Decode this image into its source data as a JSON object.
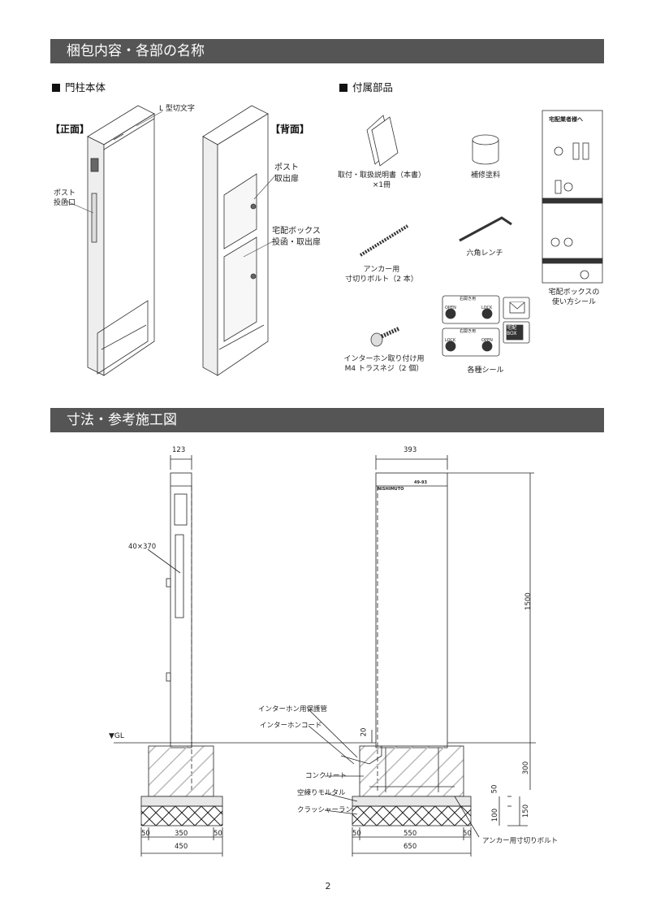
{
  "sections": {
    "s1": "梱包内容・各部の名称",
    "s2": "寸法・参考施工図"
  },
  "sub": {
    "main": "門柱本体",
    "parts": "付属部品"
  },
  "front": {
    "label": "【正面】",
    "l_letters": "L 型切文字",
    "post_in": [
      "ポスト",
      "投函口"
    ]
  },
  "back": {
    "label": "【背面】",
    "post_out": [
      "ポスト",
      "取出扉"
    ],
    "box_door": [
      "宅配ボックス",
      "投函・取出扉"
    ]
  },
  "parts": {
    "manual": [
      "取付・取扱説明書（本書）",
      "×1冊"
    ],
    "paint": "補修塗料",
    "bolt": [
      "アンカー用",
      "寸切りボルト（2 本）"
    ],
    "wrench": "六角レンチ",
    "screw": [
      "インターホン取り付け用",
      "M4 トラスネジ（2 個）"
    ],
    "stickers": "各種シール",
    "usage": [
      "宅配ボックスの",
      "使い方シール"
    ],
    "sticker_text": {
      "head": "宅配業者様へ",
      "open": "OPEN",
      "lock": "LOCK",
      "top": "右開き用",
      "box": [
        "宅配",
        "BOX"
      ]
    }
  },
  "drawing": {
    "d123": "123",
    "d393": "393",
    "d40x370": "40×370",
    "d1500": "1500",
    "d20": "20",
    "d300": "300",
    "d50": "50",
    "d100": "100",
    "d150": "150",
    "d350": "350",
    "d450": "450",
    "d550": "550",
    "d650": "650",
    "gl": "▼GL",
    "nishimuto": "NISHIMUTO",
    "nameplate": "49-93",
    "intercom_pipe": "インターホン用保護管",
    "intercom_cord": "インターホンコード",
    "concrete": "コンクリート",
    "mortar": "空練りモルタル",
    "crusher": "クラッシャーラン",
    "anchor": "アンカー用寸切りボルト"
  },
  "page": "2"
}
